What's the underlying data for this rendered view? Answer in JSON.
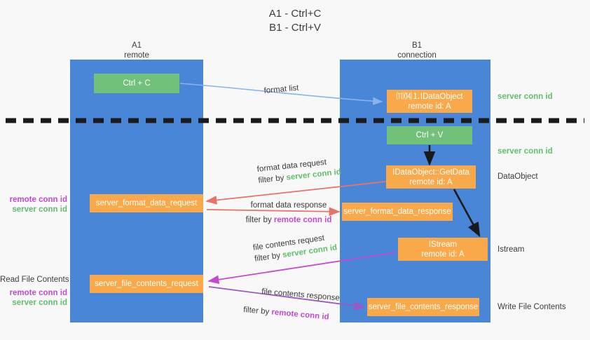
{
  "title": {
    "line1": "A1 - Ctrl+C",
    "line2": "B1 - Ctrl+V"
  },
  "columns": [
    {
      "name": "A1",
      "sub": "remote"
    },
    {
      "name": "B1",
      "sub": "connection"
    }
  ],
  "boxes": {
    "ctrl_c": "Ctrl + C",
    "ctrl_v": "Ctrl + V",
    "idataobject_title": "⑾⒁⒈IDataObject",
    "idataobject_sub": "remote id: A",
    "getdata_title": "IDataObject::GetData",
    "getdata_sub": "remote id: A",
    "istream_title": "IStream",
    "istream_sub": "remote id: A",
    "server_format_data_request": "server_format_data_request",
    "server_format_data_response": "server_format_data_response",
    "server_file_contents_request": "server_file_contents_request",
    "server_file_contents_response": "server_file_contents_response"
  },
  "edge_labels": {
    "format_list": "format list",
    "format_data_request": "format data request",
    "format_data_response": "format data response",
    "file_contents_request": "file contents request",
    "file_contents_response": "file contents response",
    "filter_by": "filter by",
    "server_conn_id": "server conn id",
    "remote_conn_id": "remote conn id"
  },
  "right_labels": {
    "server_conn_id_1": "server conn id",
    "server_conn_id_2": "server conn id",
    "dataobject": "DataObject",
    "istream": "Istream",
    "write_file_contents": "Write File Contents"
  },
  "left_labels": {
    "remote_conn_id_1": "remote conn id",
    "server_conn_id_1": "server conn id",
    "read_file_contents": "Read File Contents",
    "remote_conn_id_2": "remote conn id",
    "server_conn_id_2": "server conn id"
  },
  "colors": {
    "column": "#4a86d8",
    "orange": "#f9a94a",
    "green_box": "#72c17a",
    "green_text": "#5fbf6a",
    "purple_text": "#c44ad0",
    "arrow_blue": "#8ab4e8",
    "arrow_red": "#e8736a",
    "arrow_black": "#1a1a1a",
    "arrow_magenta": "#c44ad0",
    "arrow_purple": "#9b59c4",
    "background": "#f8f8f8"
  }
}
